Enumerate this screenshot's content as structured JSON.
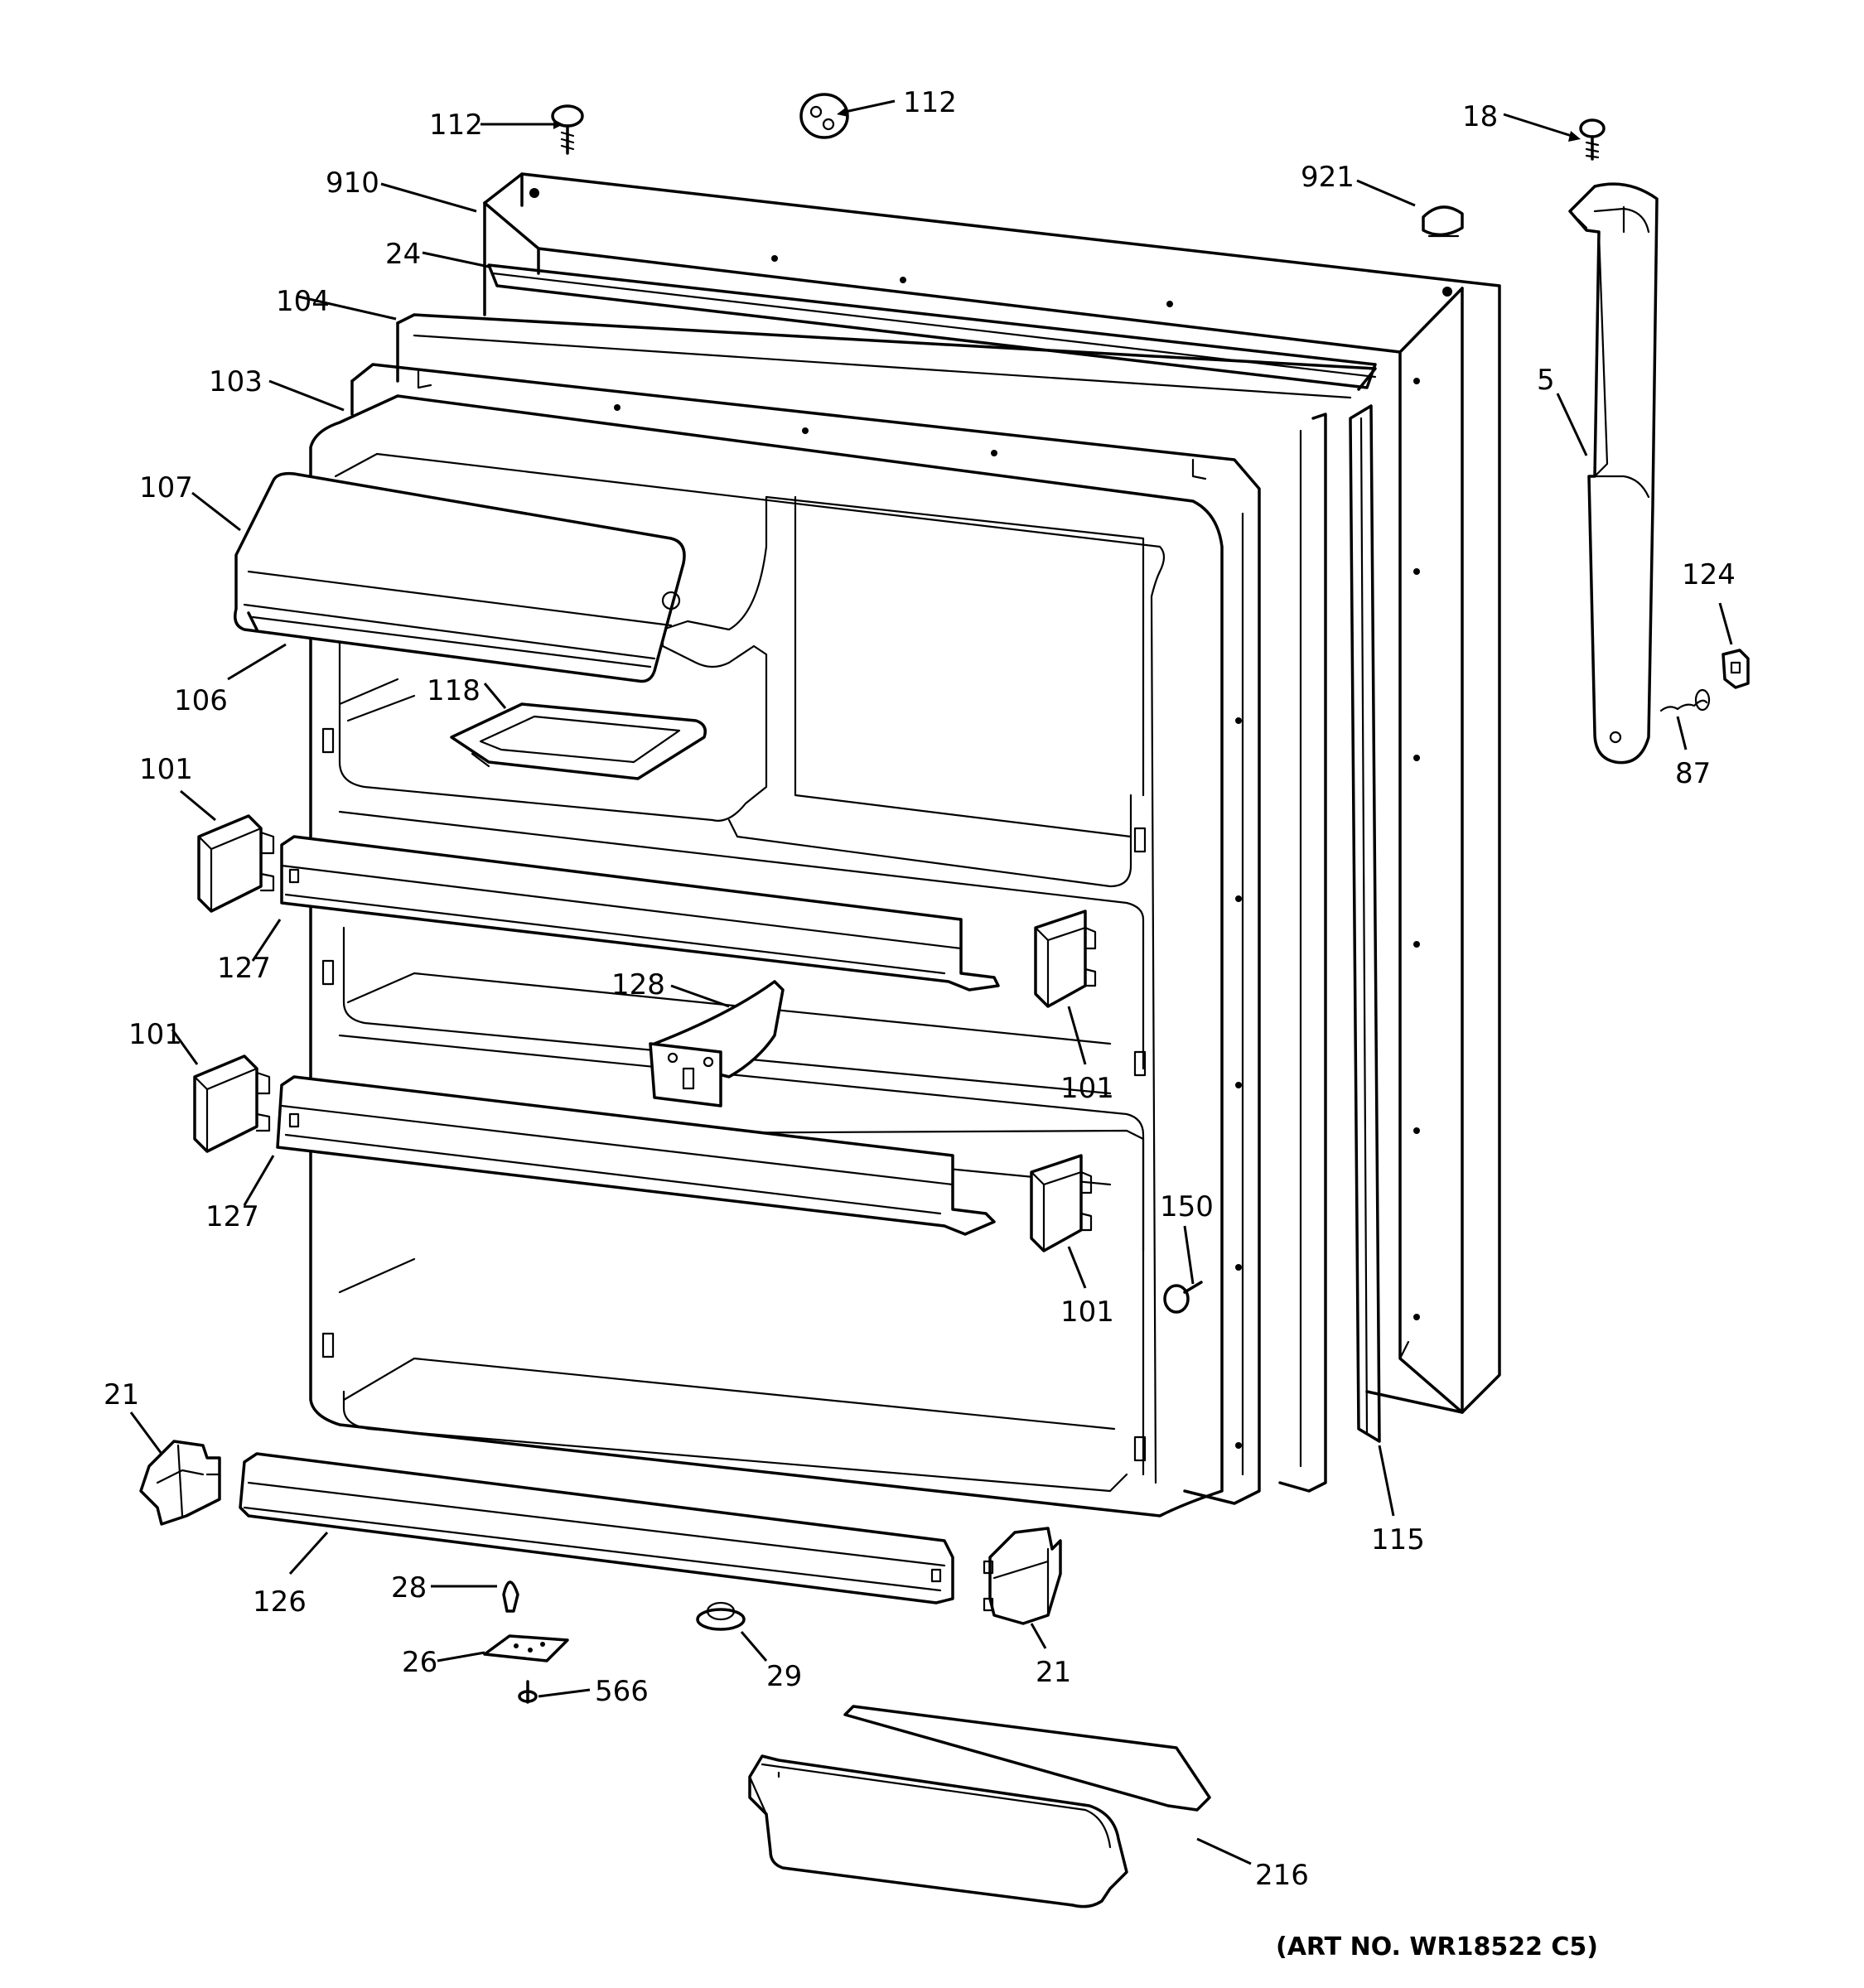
{
  "diagram": {
    "art_number": "(ART NO. WR18522 C5)",
    "callouts": [
      {
        "id": "c-112a",
        "text": "112"
      },
      {
        "id": "c-112b",
        "text": "112"
      },
      {
        "id": "c-18",
        "text": "18"
      },
      {
        "id": "c-910",
        "text": "910"
      },
      {
        "id": "c-921",
        "text": "921"
      },
      {
        "id": "c-24",
        "text": "24"
      },
      {
        "id": "c-104",
        "text": "104"
      },
      {
        "id": "c-103",
        "text": "103"
      },
      {
        "id": "c-5",
        "text": "5"
      },
      {
        "id": "c-107",
        "text": "107"
      },
      {
        "id": "c-124",
        "text": "124"
      },
      {
        "id": "c-106",
        "text": "106"
      },
      {
        "id": "c-118",
        "text": "118"
      },
      {
        "id": "c-87",
        "text": "87"
      },
      {
        "id": "c-101a",
        "text": "101"
      },
      {
        "id": "c-127a",
        "text": "127"
      },
      {
        "id": "c-128",
        "text": "128"
      },
      {
        "id": "c-101b",
        "text": "101"
      },
      {
        "id": "c-101c",
        "text": "101"
      },
      {
        "id": "c-127b",
        "text": "127"
      },
      {
        "id": "c-150",
        "text": "150"
      },
      {
        "id": "c-101d",
        "text": "101"
      },
      {
        "id": "c-21a",
        "text": "21"
      },
      {
        "id": "c-115",
        "text": "115"
      },
      {
        "id": "c-126",
        "text": "126"
      },
      {
        "id": "c-28",
        "text": "28"
      },
      {
        "id": "c-29",
        "text": "29"
      },
      {
        "id": "c-21b",
        "text": "21"
      },
      {
        "id": "c-26",
        "text": "26"
      },
      {
        "id": "c-566",
        "text": "566"
      },
      {
        "id": "c-216",
        "text": "216"
      }
    ]
  }
}
